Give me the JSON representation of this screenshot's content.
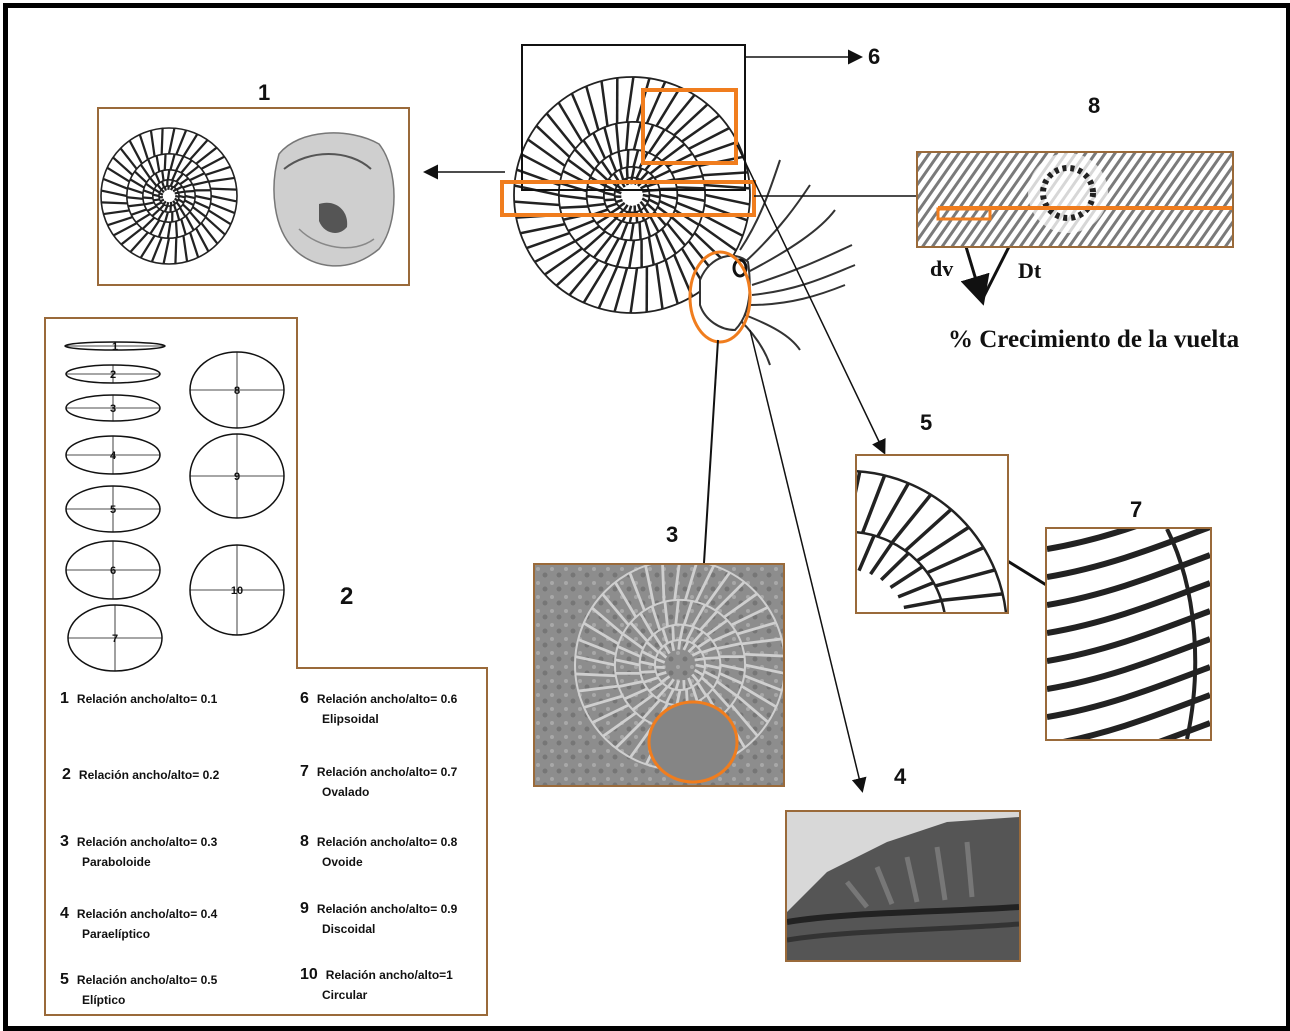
{
  "numbers": {
    "n1": "1",
    "n2": "2",
    "n3": "3",
    "n4": "4",
    "n5": "5",
    "n6": "6",
    "n7": "7",
    "n8": "8"
  },
  "ellipse_numbers": [
    "1",
    "2",
    "3",
    "4",
    "5",
    "6",
    "7",
    "8",
    "9",
    "10"
  ],
  "section8": {
    "dv": "dv",
    "dt": "Dt",
    "growth": "% Crecimiento de la vuelta"
  },
  "ratios": [
    {
      "n": "1",
      "text": "Relación ancho/alto= 0.1",
      "shape": ""
    },
    {
      "n": "2",
      "text": "Relación ancho/alto= 0.2",
      "shape": ""
    },
    {
      "n": "3",
      "text": "Relación ancho/alto= 0.3",
      "shape": "Paraboloide"
    },
    {
      "n": "4",
      "text": "Relación ancho/alto= 0.4",
      "shape": "Paraelíptico"
    },
    {
      "n": "5",
      "text": "Relación ancho/alto= 0.5",
      "shape": "Elíptico"
    },
    {
      "n": "6",
      "text": "Relación ancho/alto= 0.6",
      "shape": "Elipsoidal"
    },
    {
      "n": "7",
      "text": "Relación ancho/alto= 0.7",
      "shape": "Ovalado"
    },
    {
      "n": "8",
      "text": "Relación ancho/alto= 0.8",
      "shape": "Ovoide"
    },
    {
      "n": "9",
      "text": "Relación ancho/alto= 0.9",
      "shape": "Discoidal"
    },
    {
      "n": "10",
      "text": "Relación ancho/alto=1",
      "shape": "Circular"
    }
  ],
  "colors": {
    "orange": "#f07d1e",
    "panel_border": "#9a6a3a",
    "ink": "#111111"
  }
}
